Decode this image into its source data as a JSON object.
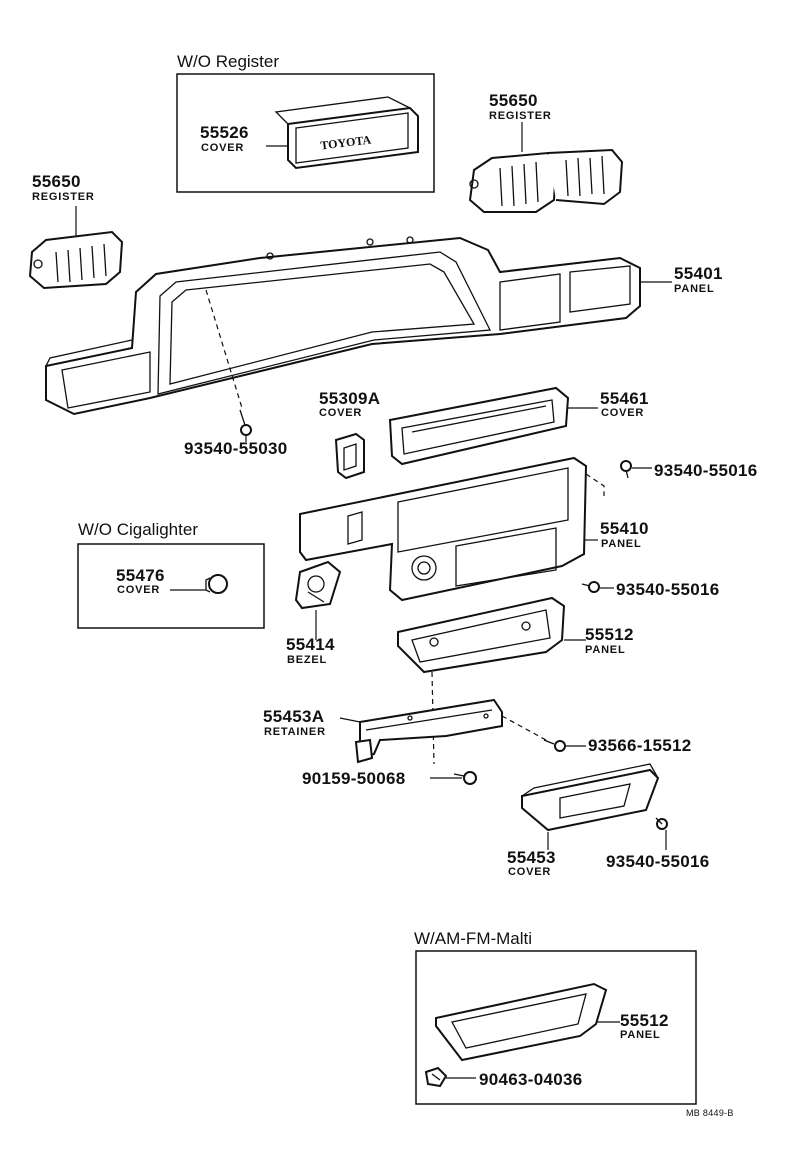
{
  "groups": {
    "wo_register": "W/O Register",
    "wo_cigalighter": "W/O Cigalighter",
    "w_am_fm": "W/AM-FM-Malti"
  },
  "parts": {
    "cover_55526": {
      "number": "55526",
      "name": "COVER",
      "emblem": "TOYOTA"
    },
    "register_55650_right": {
      "number": "55650",
      "name": "REGISTER"
    },
    "register_55650_left": {
      "number": "55650",
      "name": "REGISTER"
    },
    "panel_55401": {
      "number": "55401",
      "name": "PANEL"
    },
    "cover_55309a": {
      "number": "55309A",
      "name": "COVER"
    },
    "cover_55461": {
      "number": "55461",
      "name": "COVER"
    },
    "panel_55410": {
      "number": "55410",
      "name": "PANEL"
    },
    "cover_55476": {
      "number": "55476",
      "name": "COVER"
    },
    "bezel_55414": {
      "number": "55414",
      "name": "BEZEL"
    },
    "panel_55512": {
      "number": "55512",
      "name": "PANEL"
    },
    "retainer_55453a": {
      "number": "55453A",
      "name": "RETAINER"
    },
    "cover_55453": {
      "number": "55453",
      "name": "COVER"
    },
    "panel_55512_amfm": {
      "number": "55512",
      "name": "PANEL"
    }
  },
  "fasteners": {
    "screw_55030": "93540-55030",
    "screw_55016_a": "93540-55016",
    "screw_55016_b": "93540-55016",
    "screw_55016_c": "93540-55016",
    "screw_15512": "93566-15512",
    "bolt_50068": "90159-50068",
    "clip_04036": "90463-04036"
  },
  "diagram_code": "MB 8449-B"
}
